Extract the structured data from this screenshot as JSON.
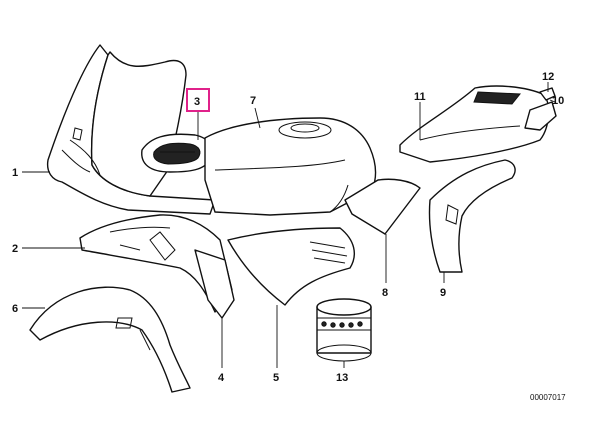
{
  "labels": {
    "p1": "1",
    "p2": "2",
    "p3": "3",
    "p4": "4",
    "p5": "5",
    "p6": "6",
    "p7": "7",
    "p8": "8",
    "p9": "9",
    "p10": "10",
    "p11": "11",
    "p12": "12",
    "p13": "13"
  },
  "highlighted_part": "3",
  "highlight_color": "#e0218a",
  "reference_number": "00007017"
}
